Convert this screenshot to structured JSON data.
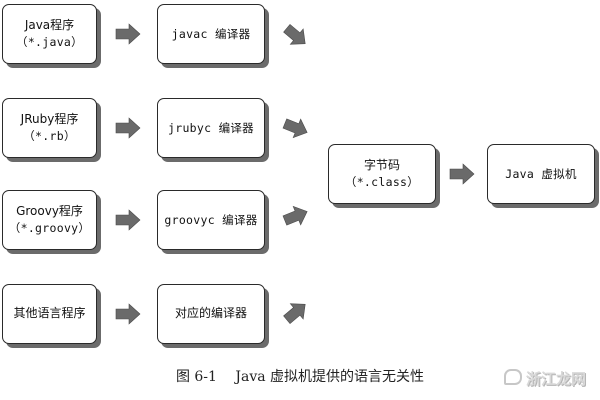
{
  "diagram": {
    "sources": [
      {
        "name": "Java程序",
        "ext": "（*.java）"
      },
      {
        "name": "JRuby程序",
        "ext": "（*.rb）"
      },
      {
        "name": "Groovy程序",
        "ext": "（*.groovy）"
      },
      {
        "name": "其他语言程序",
        "ext": ""
      }
    ],
    "compilers": [
      "javac 编译器",
      "jrubyc 编译器",
      "groovyc 编译器",
      "对应的编译器"
    ],
    "bytecode": {
      "name": "字节码",
      "ext": "（*.class）"
    },
    "jvm": "Java 虚拟机",
    "arrow_color": "#6a6a6a",
    "border_color": "#2a2a2a"
  },
  "caption": {
    "figure_number": "图 6-1",
    "text": "Java 虚拟机提供的语言无关性"
  },
  "watermark": "浙江龙网"
}
